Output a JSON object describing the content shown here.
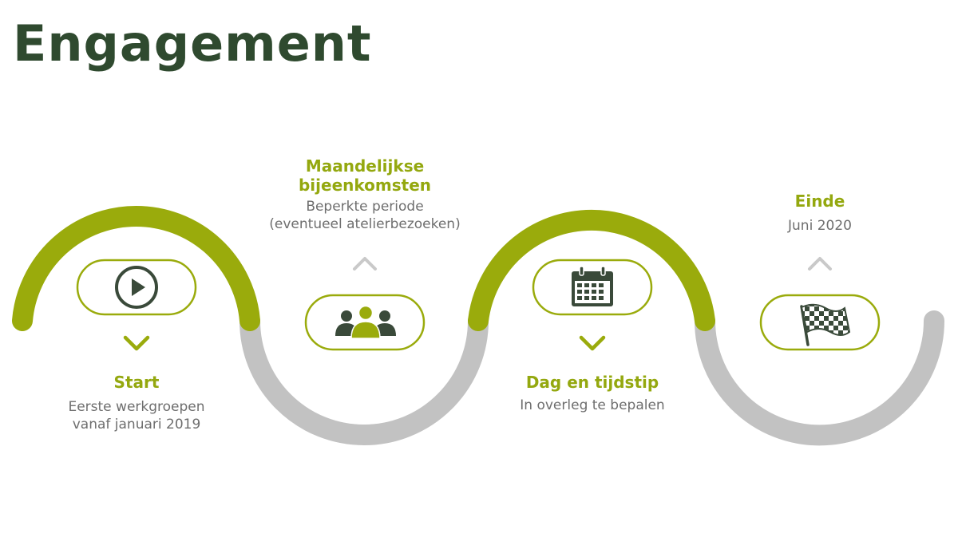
{
  "page": {
    "title": "Engagement"
  },
  "colors": {
    "accent": "#9aab0c",
    "track": "#c2c2c2",
    "icon": "#3a4a3a",
    "icon_light": "#9aab0c",
    "chevron_up": "#c9c9c9",
    "heading": "#94a80f",
    "description": "#6e6e6e",
    "title": "#2f4a2f"
  },
  "steps": [
    {
      "heading": "Start",
      "lines": [
        "Eerste werkgroepen",
        "vanaf januari 2019"
      ],
      "icon": "play-icon",
      "chevron": "chevron-down-icon"
    },
    {
      "heading_lines": [
        "Maandelijkse",
        "bijeenkomsten"
      ],
      "lines": [
        "Beperkte periode",
        "(eventueel atelierbezoeken)"
      ],
      "icon": "group-icon",
      "chevron": "chevron-up-icon"
    },
    {
      "heading": "Dag en tijdstip",
      "lines": [
        "In overleg te bepalen"
      ],
      "icon": "calendar-icon",
      "chevron": "chevron-down-icon"
    },
    {
      "heading": "Einde",
      "lines": [
        "Juni 2020"
      ],
      "icon": "checkered-flag-icon",
      "chevron": "chevron-up-icon"
    }
  ]
}
